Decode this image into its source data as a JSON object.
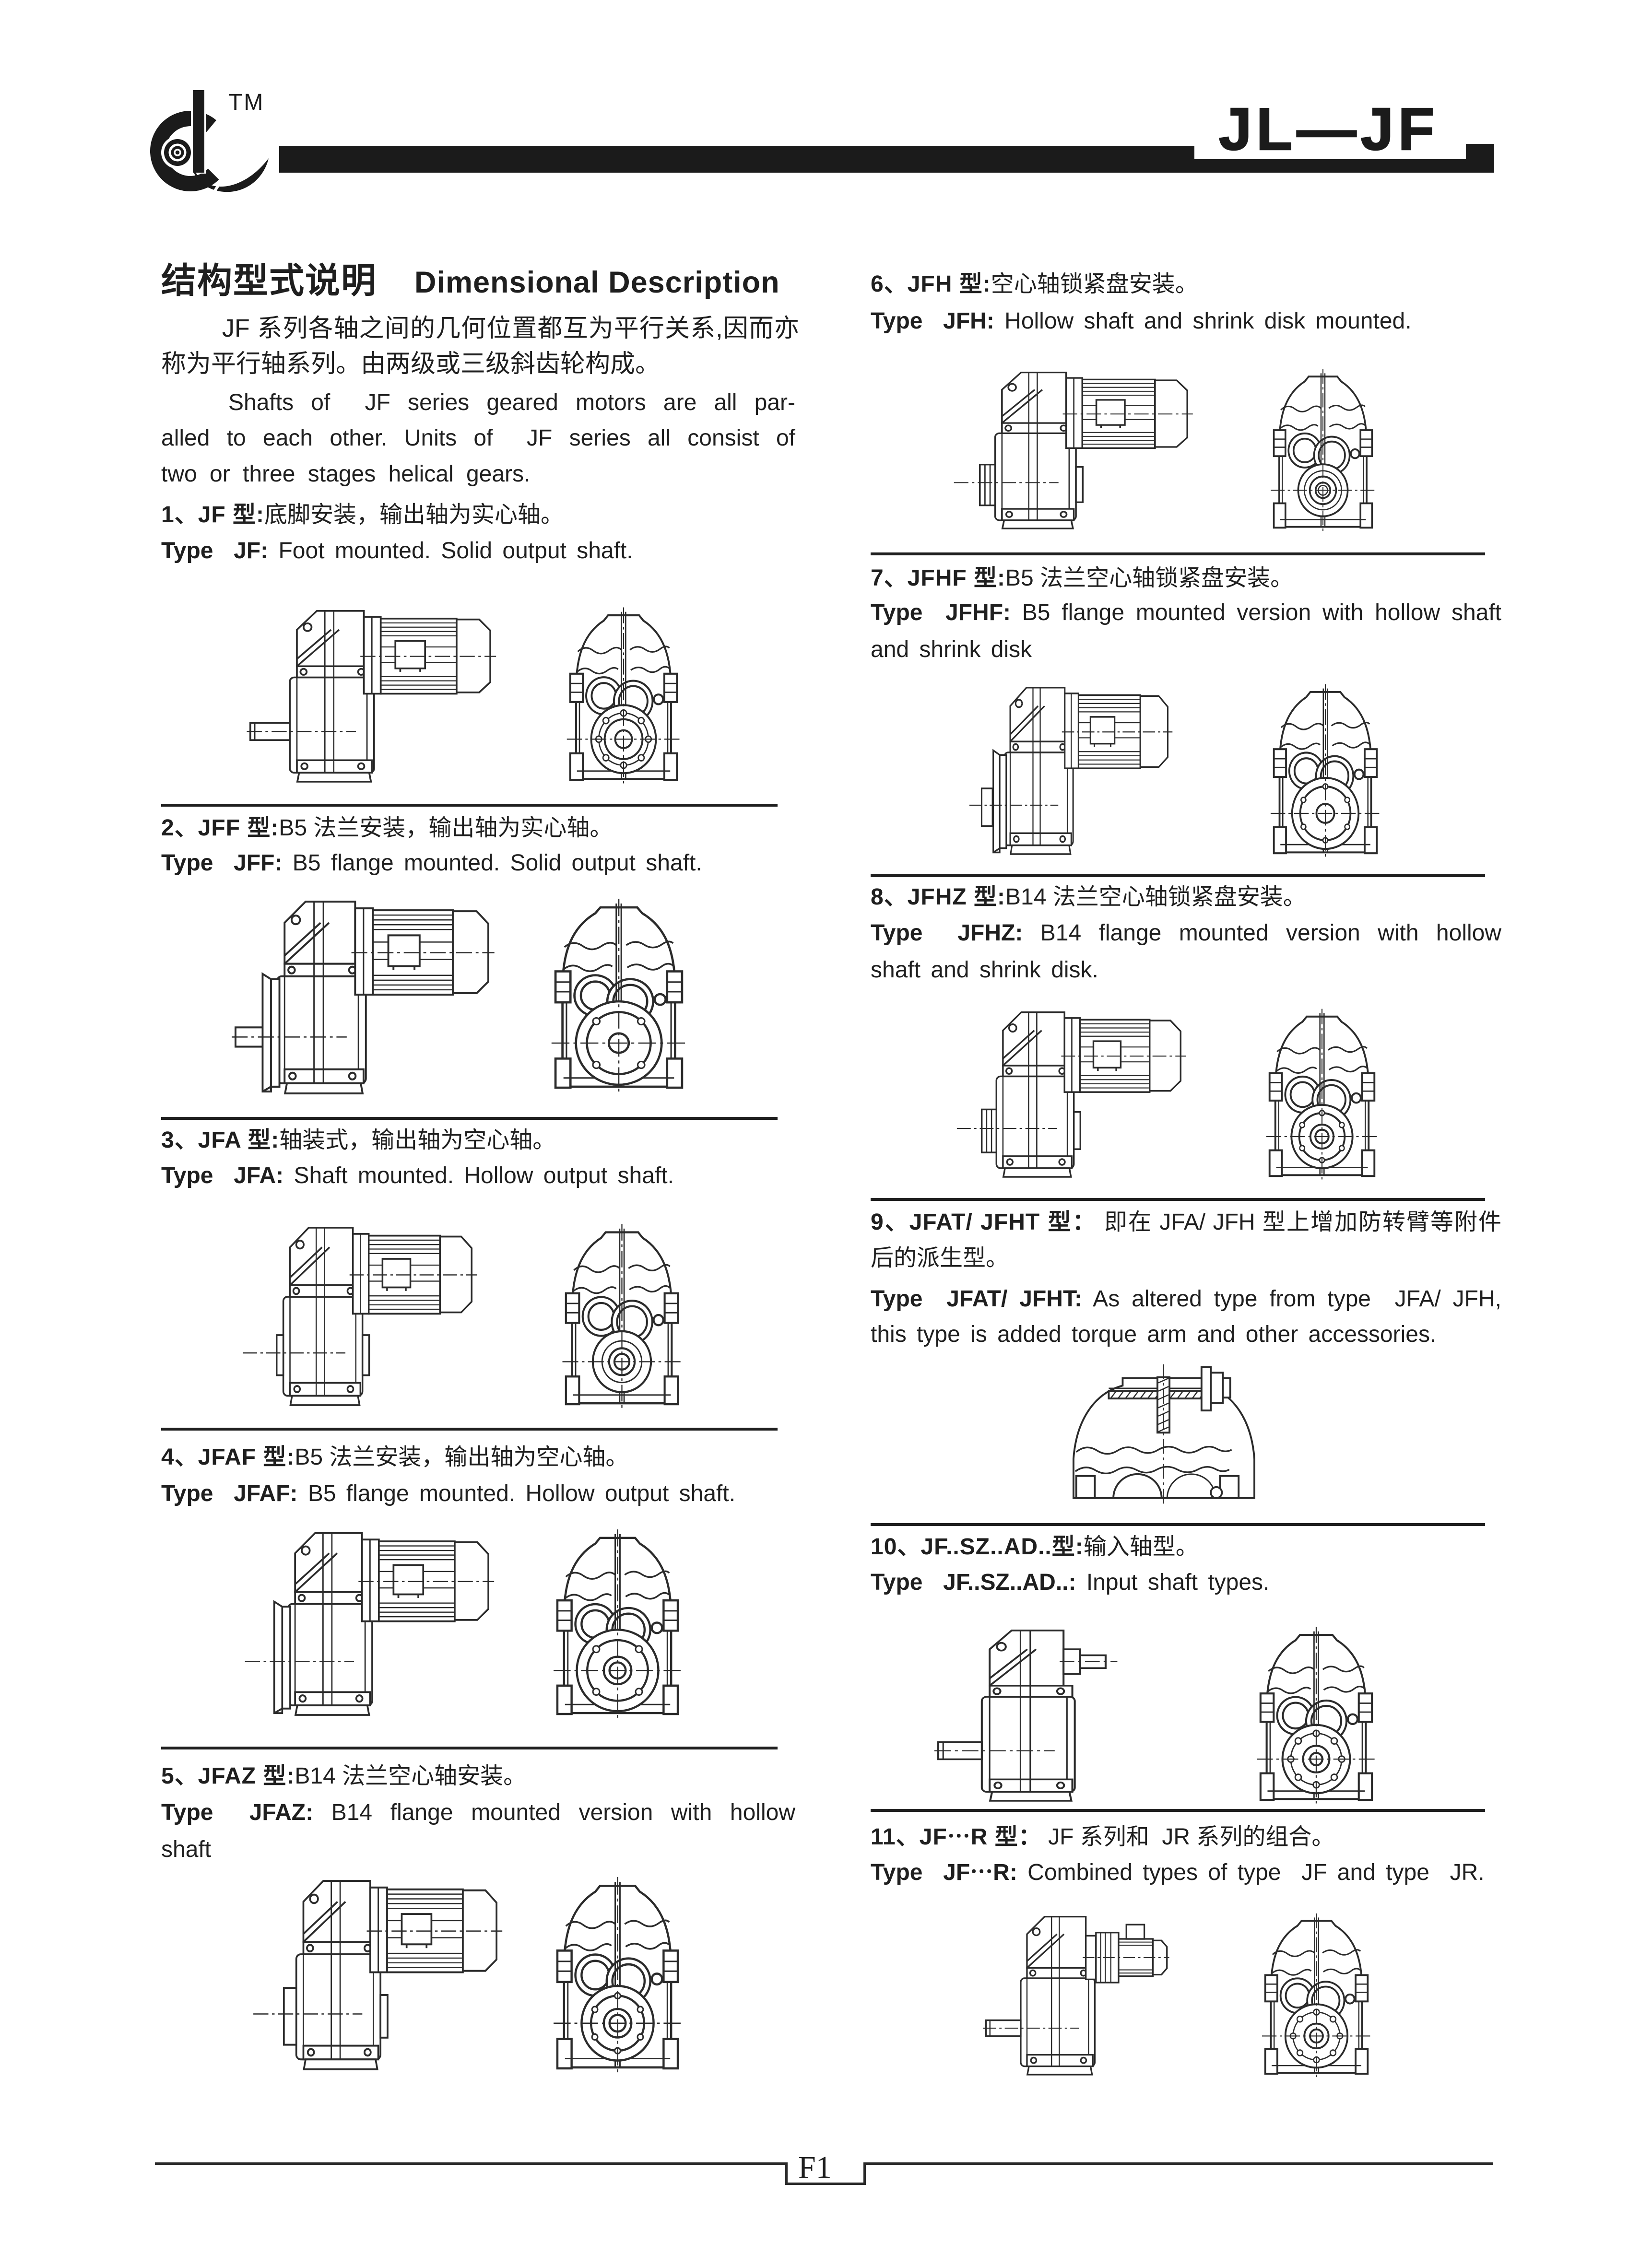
{
  "page": {
    "background": "#ffffff",
    "ink": "#1f1f1f"
  },
  "header": {
    "logo_icon": "brand-logo-mark",
    "trademark": "TM",
    "doc_code": "JL—JF"
  },
  "intro": {
    "title_cn": "结构型式说明",
    "title_en": "Dimensional Description",
    "para_cn_lines": [
      "JF 系列各轴之间的几何位置都互为平行关系,因而亦",
      "称为平行轴系列。由两级或三级斜齿轮构成。"
    ],
    "para_en_lines": [
      "Shafts of  JF series geared motors are all par-",
      "alled to each other. Units of  JF series all consist of",
      "two or three stages helical gears."
    ]
  },
  "items": [
    {
      "cn_bold": "1、JF 型:",
      "cn_rest": "底脚安装，输出轴为实心轴。",
      "en_bold": "Type  JF:",
      "en_rest": " Foot mounted. Solid output shaft.",
      "figures": [
        {
          "symbol": "#sv-side-jf",
          "label": "side view"
        },
        {
          "symbol": "#sv-front-jf",
          "label": "front view"
        }
      ]
    },
    {
      "cn_bold": "2、JFF 型:",
      "cn_rest": "B5 法兰安装，输出轴为实心轴。",
      "en_bold": "Type  JFF:",
      "en_rest": " B5 flange mounted. Solid output shaft.",
      "figures": [
        {
          "symbol": "#sv-side-jff",
          "label": "side view"
        },
        {
          "symbol": "#sv-front-jff",
          "label": "front view"
        }
      ]
    },
    {
      "cn_bold": "3、JFA 型:",
      "cn_rest": "轴装式，输出轴为空心轴。",
      "en_bold": "Type  JFA:",
      "en_rest": " Shaft mounted. Hollow output shaft.",
      "figures": [
        {
          "symbol": "#sv-side-jfa",
          "label": "side view"
        },
        {
          "symbol": "#sv-front-jfa",
          "label": "front view"
        }
      ]
    },
    {
      "cn_bold": "4、JFAF 型:",
      "cn_rest": "B5 法兰安装，输出轴为空心轴。",
      "en_bold": "Type  JFAF:",
      "en_rest": " B5 flange mounted. Hollow output shaft.",
      "figures": [
        {
          "symbol": "#sv-side-jfaf",
          "label": "side view"
        },
        {
          "symbol": "#sv-front-jfaf",
          "label": "front view"
        }
      ]
    },
    {
      "cn_bold": "5、JFAZ 型:",
      "cn_rest": "B14 法兰空心轴安装。",
      "en_bold": "Type  JFAZ:",
      "en_rest": " B14 flange mounted version with hollow",
      "en_line2": "shaft",
      "figures": [
        {
          "symbol": "#sv-side-jfaz",
          "label": "side view"
        },
        {
          "symbol": "#sv-front-jfaz",
          "label": "front view"
        }
      ]
    },
    {
      "cn_bold": "6、JFH 型:",
      "cn_rest": "空心轴锁紧盘安装。",
      "en_bold": "Type  JFH:",
      "en_rest": " Hollow shaft and shrink disk mounted.",
      "figures": [
        {
          "symbol": "#sv-side-jfh",
          "label": "side view"
        },
        {
          "symbol": "#sv-front-jfh",
          "label": "front view"
        }
      ]
    },
    {
      "cn_bold": "7、JFHF 型:",
      "cn_rest": "B5 法兰空心轴锁紧盘安装。",
      "en_bold": "Type  JFHF:",
      "en_rest": " B5 flange mounted version with hollow shaft",
      "en_line2": "and shrink disk",
      "figures": [
        {
          "symbol": "#sv-side-jfhf",
          "label": "side view"
        },
        {
          "symbol": "#sv-front-jfhf",
          "label": "front view"
        }
      ]
    },
    {
      "cn_bold": "8、JFHZ 型:",
      "cn_rest": "B14 法兰空心轴锁紧盘安装。",
      "en_bold": "Type  JFHZ:",
      "en_rest": " B14 flange mounted version with hollow",
      "en_line2": "shaft and shrink disk.",
      "figures": [
        {
          "symbol": "#sv-side-jfhz",
          "label": "side view"
        },
        {
          "symbol": "#sv-front-jfhz",
          "label": "front view"
        }
      ]
    },
    {
      "cn_bold": "9、JFAT/ JFHT 型：",
      "cn_rest": " 即在 JFA/ JFH 型上增加防转臂等附件",
      "cn_line2": "后的派生型。",
      "en_bold": "Type  JFAT/ JFHT:",
      "en_rest": " As altered type from type  JFA/ JFH,",
      "en_line2": "this type is added torque arm and other accessories.",
      "figures": [
        {
          "symbol": "#sv-torque",
          "label": "torque arm detail"
        }
      ]
    },
    {
      "cn_bold": "10、JF..SZ..AD..型:",
      "cn_rest": "输入轴型。",
      "en_bold": "Type  JF..SZ..AD..:",
      "en_rest": " Input shaft types.",
      "figures": [
        {
          "symbol": "#sv-side-input",
          "label": "side view"
        },
        {
          "symbol": "#sv-front-input",
          "label": "front view"
        }
      ]
    },
    {
      "cn_bold": "11、JF⋯R 型：",
      "cn_rest": " JF 系列和  JR 系列的组合。",
      "en_bold": "Type  JF⋯R:",
      "en_rest": " Combined types of type  JF and type  JR.",
      "figures": [
        {
          "symbol": "#sv-side-jfr",
          "label": "side view"
        },
        {
          "symbol": "#sv-front-jfr",
          "label": "front view"
        }
      ]
    }
  ],
  "footer": {
    "page_number": "F1"
  }
}
